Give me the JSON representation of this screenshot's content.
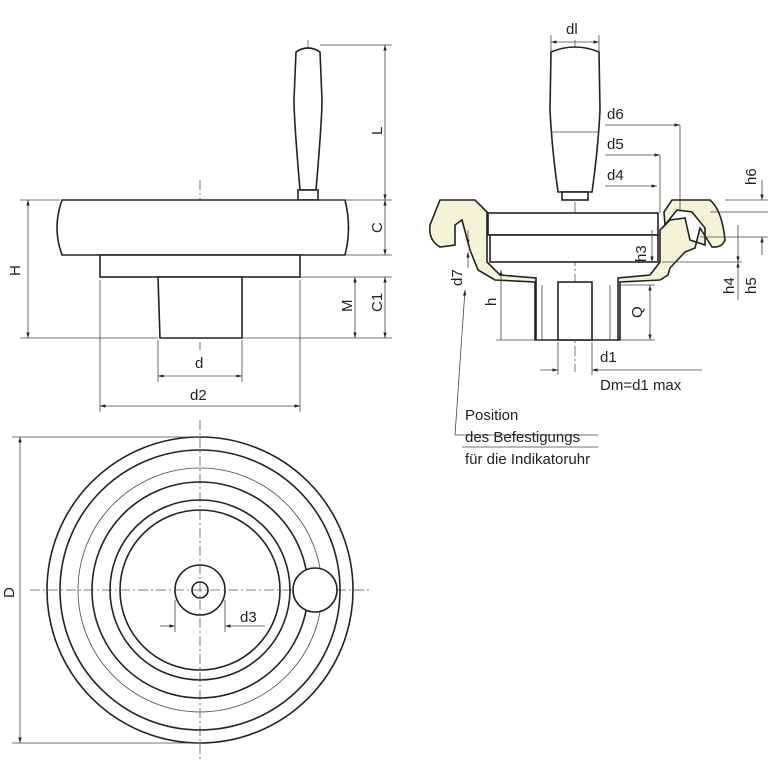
{
  "labels": {
    "L": "L",
    "C": "C",
    "H": "H",
    "M": "M",
    "C1": "C1",
    "d": "d",
    "d2": "d2",
    "dl": "dl",
    "d6": "d6",
    "d5": "d5",
    "d4": "d4",
    "h6": "h6",
    "h3": "h3",
    "h4": "h4",
    "h5": "h5",
    "d7": "d7",
    "h": "h",
    "Q": "Q",
    "d1": "d1",
    "Dm": "Dm=d1 max",
    "D": "D",
    "d3": "d3"
  },
  "note": [
    "Position",
    "des Befestigungs",
    "für die Indikatoruhr"
  ],
  "colors": {
    "section_fill": "#f3f3d8",
    "line": "#222222"
  }
}
